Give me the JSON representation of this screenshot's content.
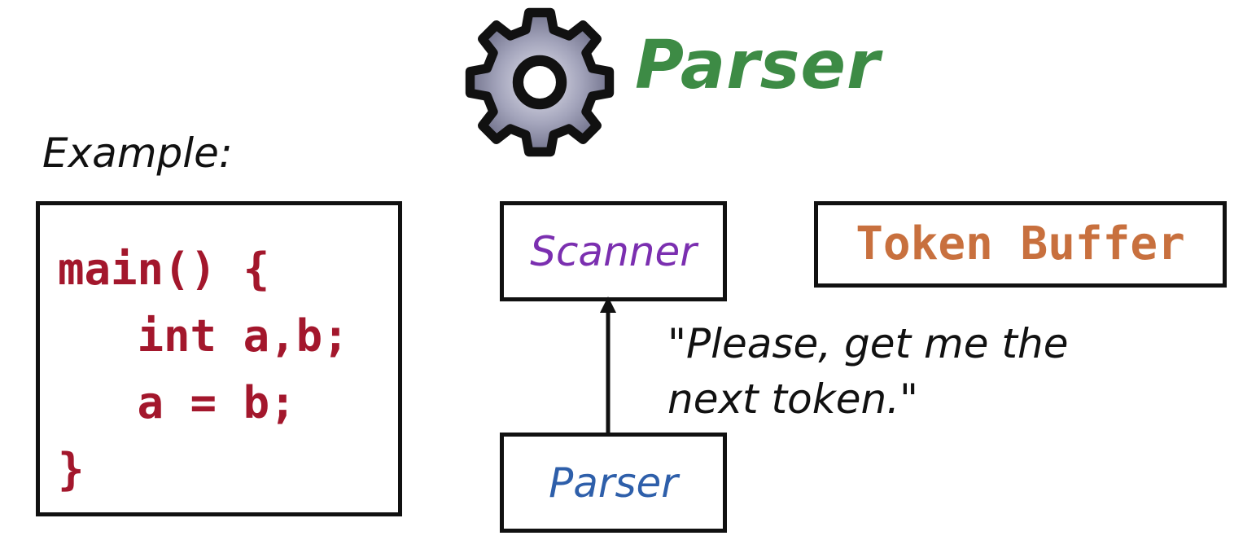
{
  "title": "Parser",
  "example_label": "Example:",
  "code_lines": [
    "main() {",
    "   int a,b;",
    "   a = b;",
    "}"
  ],
  "nodes": {
    "scanner": "Scanner",
    "token_buffer": "Token Buffer",
    "parser": "Parser"
  },
  "quote_lines": [
    "\"Please, get me the",
    "next token.\""
  ],
  "icons": {
    "gear": "gear-icon",
    "arrow": "arrow-up-icon"
  },
  "colors": {
    "title": "#3d8b45",
    "code": "#a3172c",
    "scanner": "#7b2fb0",
    "parser": "#2e5faa",
    "token_buffer": "#c8703e",
    "gear_fill": "#8f90a8",
    "outline": "#111111"
  }
}
